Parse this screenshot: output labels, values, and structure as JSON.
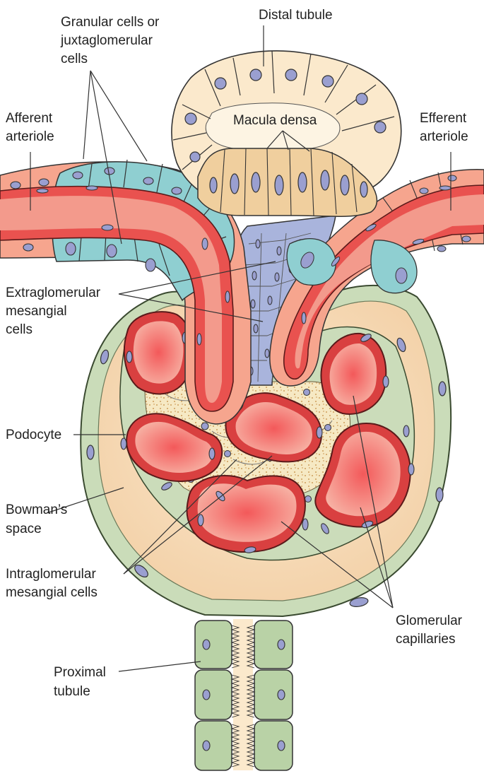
{
  "labels": {
    "distal_tubule": "Distal tubule",
    "granular_cells": [
      "Granular cells or",
      "juxtaglomerular",
      "cells"
    ],
    "afferent_arteriole": [
      "Afferent",
      "arteriole"
    ],
    "efferent_arteriole": [
      "Efferent",
      "arteriole"
    ],
    "macula_densa": "Macula densa",
    "extraglomerular_mesangial": [
      "Extraglomerular",
      "mesangial",
      "cells"
    ],
    "podocyte": "Podocyte",
    "bowmans_space": [
      "Bowman’s",
      "space"
    ],
    "intraglomerular_mesangial": [
      "Intraglomerular",
      "mesangial cells"
    ],
    "glomerular_capillaries": [
      "Glomerular",
      "capillaries"
    ],
    "proximal_tubule": [
      "Proximal",
      "tubule"
    ]
  },
  "colors": {
    "tubule_cell": "#fbe9cc",
    "macula_densa_cell": "#f0cf9e",
    "granular_cell": "#8fcfd1",
    "arteriole_wall": "#e9524f",
    "arteriole_lumen": "#f39a8c",
    "extraglomerular_mesangial": "#aab5dc",
    "capsule_outer": "#c8d9b8",
    "bowmans_space": "#f6d9b4",
    "capillary_wall": "#d63a3d",
    "capillary_lumen": "#f37e7a",
    "mesangium": "#f5e6bd",
    "nucleus": "#9a9fd0",
    "proximal_tubule_cell": "#b9cfa6"
  }
}
